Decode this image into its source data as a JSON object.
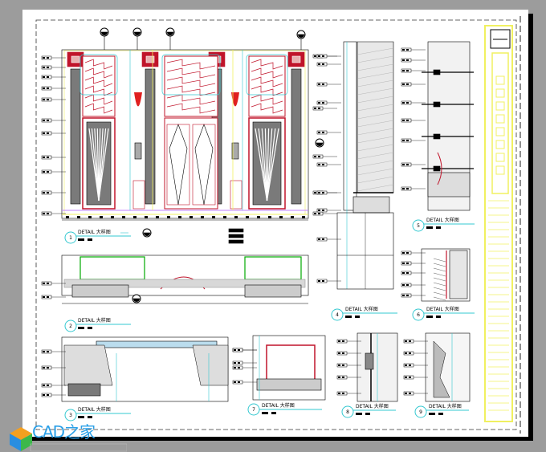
{
  "drawing": {
    "details": [
      {
        "num": "1",
        "label": "DETAIL 大样图"
      },
      {
        "num": "2",
        "label": "DETAIL 大样图"
      },
      {
        "num": "3",
        "label": "DETAIL 大样图"
      },
      {
        "num": "4",
        "label": "DETAIL 大样图"
      },
      {
        "num": "5",
        "label": "DETAIL 大样图"
      },
      {
        "num": "6",
        "label": "DETAIL 大样图"
      },
      {
        "num": "7",
        "label": "DETAIL 大样图"
      },
      {
        "num": "8",
        "label": "DETAIL 大样图"
      },
      {
        "num": "9",
        "label": "DETAIL 大样图"
      }
    ]
  },
  "watermark": {
    "brand": "CAD之家"
  },
  "colors": {
    "background": "#9c9c9c",
    "sheet": "#ffffff",
    "red": "#c0142a",
    "cyan": "#33c8d0",
    "yellow": "#f0f060",
    "gray": "#7a7a7a"
  }
}
